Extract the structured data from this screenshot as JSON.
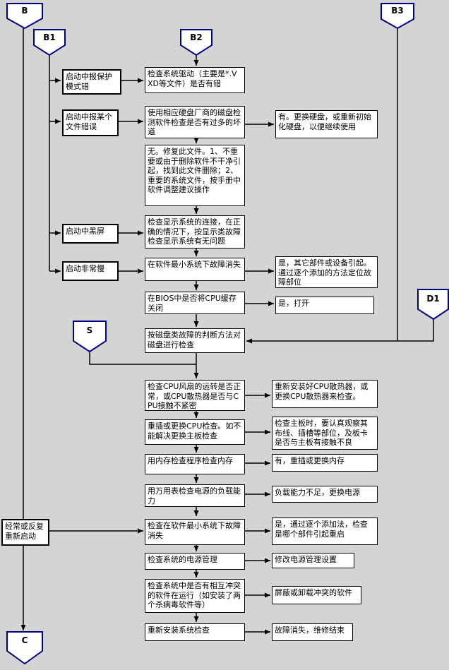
{
  "background": "#d4d4d4",
  "connector_color": "#000080",
  "line_color": "#000000",
  "connectors": {
    "b": "B",
    "b1": "B1",
    "b2": "B2",
    "b3": "B3",
    "s": "S",
    "d1": "D1",
    "c": "C"
  },
  "left_boxes": {
    "protect_mode_error": "启动中报保护模式错",
    "file_error": "启动中报某个文件错误",
    "black_screen": "启动中黑屏",
    "slow_boot": "启动非常慢",
    "frequent_restart": "经常或反复重新启动"
  },
  "center_boxes": {
    "check_driver": "检查系统驱动（主要是*.VXD等文件）是否有错",
    "disk_check_tool": "使用相应硬盘厂商的磁盘检测软件检查是否有过多的坏道",
    "repair_file": "无。修复此文件。1、不重要或由于删除软件不干净引起，找到此文件删除；2、重要的系统文件，按手册中软件调整建议操作",
    "check_display": "检查显示系统的连接，在正确的情况下，按显示类故障检查显示系统有无问题",
    "min_system_fault": "在软件最小系统下故障消失",
    "bios_cpu_cache": "在BIOS中是否将CPU缓存关闭",
    "disk_fault_check": "按磁盘类故障的判断方法对磁盘进行检查",
    "cpu_fan": "检查CPU风扇的运转是否正常，或CPU散热器是否与CPU接触不紧密",
    "reseat_cpu": "重插或更换CPU检查。如不能解决更换主板检查",
    "memory_check": "用内存检查程序检查内存",
    "psu_load": "用万用表检查电源的负载能力",
    "min_system_fault2": "检查在软件最小系统下故障消失",
    "power_mgmt": "检查系统的电源管理",
    "conflict_software": "检查系统中是否有相互冲突的软件在运行（如安装了两个杀病毒软件等）",
    "reinstall": "重新安装系统检查"
  },
  "right_boxes": {
    "replace_disk": "有。更换硬盘，或重新初始化硬盘，以便继续使用",
    "other_parts": "是，其它部件或设备引起。通过逐个添加的方法定位故障部位",
    "open_cache": "是，打开",
    "reinstall_cooler": "重新安装好CPU散热器，或更换CPU散热器来检查。",
    "check_mainboard": "检查主板时，要认真观察其布线、插槽等部位，及板卡是否与主板有接触不良",
    "replace_memory": "有，重插或更换内存",
    "replace_psu": "负载能力不足，更换电源",
    "add_one_by_one": "是，通过逐个添加法，检查是哪个部件引起重启",
    "modify_power": "修改电源管理设置",
    "disable_conflict": "屏蔽或卸载冲突的软件",
    "repair_done": "故障消失，维修结束"
  }
}
